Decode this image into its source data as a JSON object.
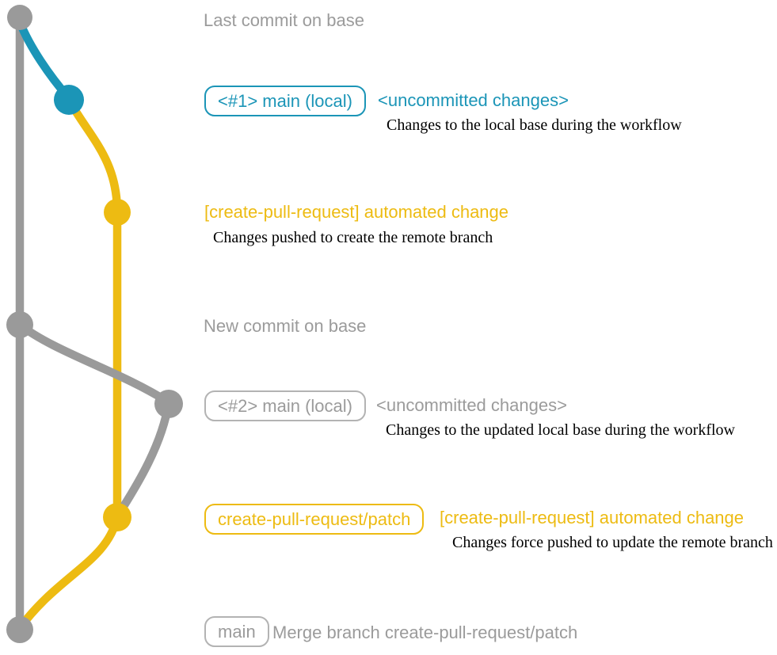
{
  "colors": {
    "gray": "#9a9a9a",
    "blue": "#1b95b7",
    "yellow": "#edbb12",
    "gray_text": "#9b9b9b",
    "gray_border": "#b3b3b3",
    "black": "#000000"
  },
  "diagram": {
    "row_last_commit": {
      "title": "Last commit on base"
    },
    "row_local_1": {
      "badge": "<#1> main (local)",
      "label": "<uncommitted changes>",
      "desc": "Changes to the local base during the workflow"
    },
    "row_pr_commit_1": {
      "label": "[create-pull-request] automated change",
      "desc": "Changes pushed to create the remote branch"
    },
    "row_new_commit": {
      "title": "New commit on base"
    },
    "row_local_2": {
      "badge": "<#2> main (local)",
      "label": "<uncommitted changes>",
      "desc": "Changes to the updated local base during the workflow"
    },
    "row_pr_commit_2": {
      "badge": "create-pull-request/patch",
      "label": "[create-pull-request] automated change",
      "desc": "Changes force pushed to update the remote branch"
    },
    "row_merge": {
      "badge": "main",
      "label": "Merge branch create-pull-request/patch"
    }
  }
}
